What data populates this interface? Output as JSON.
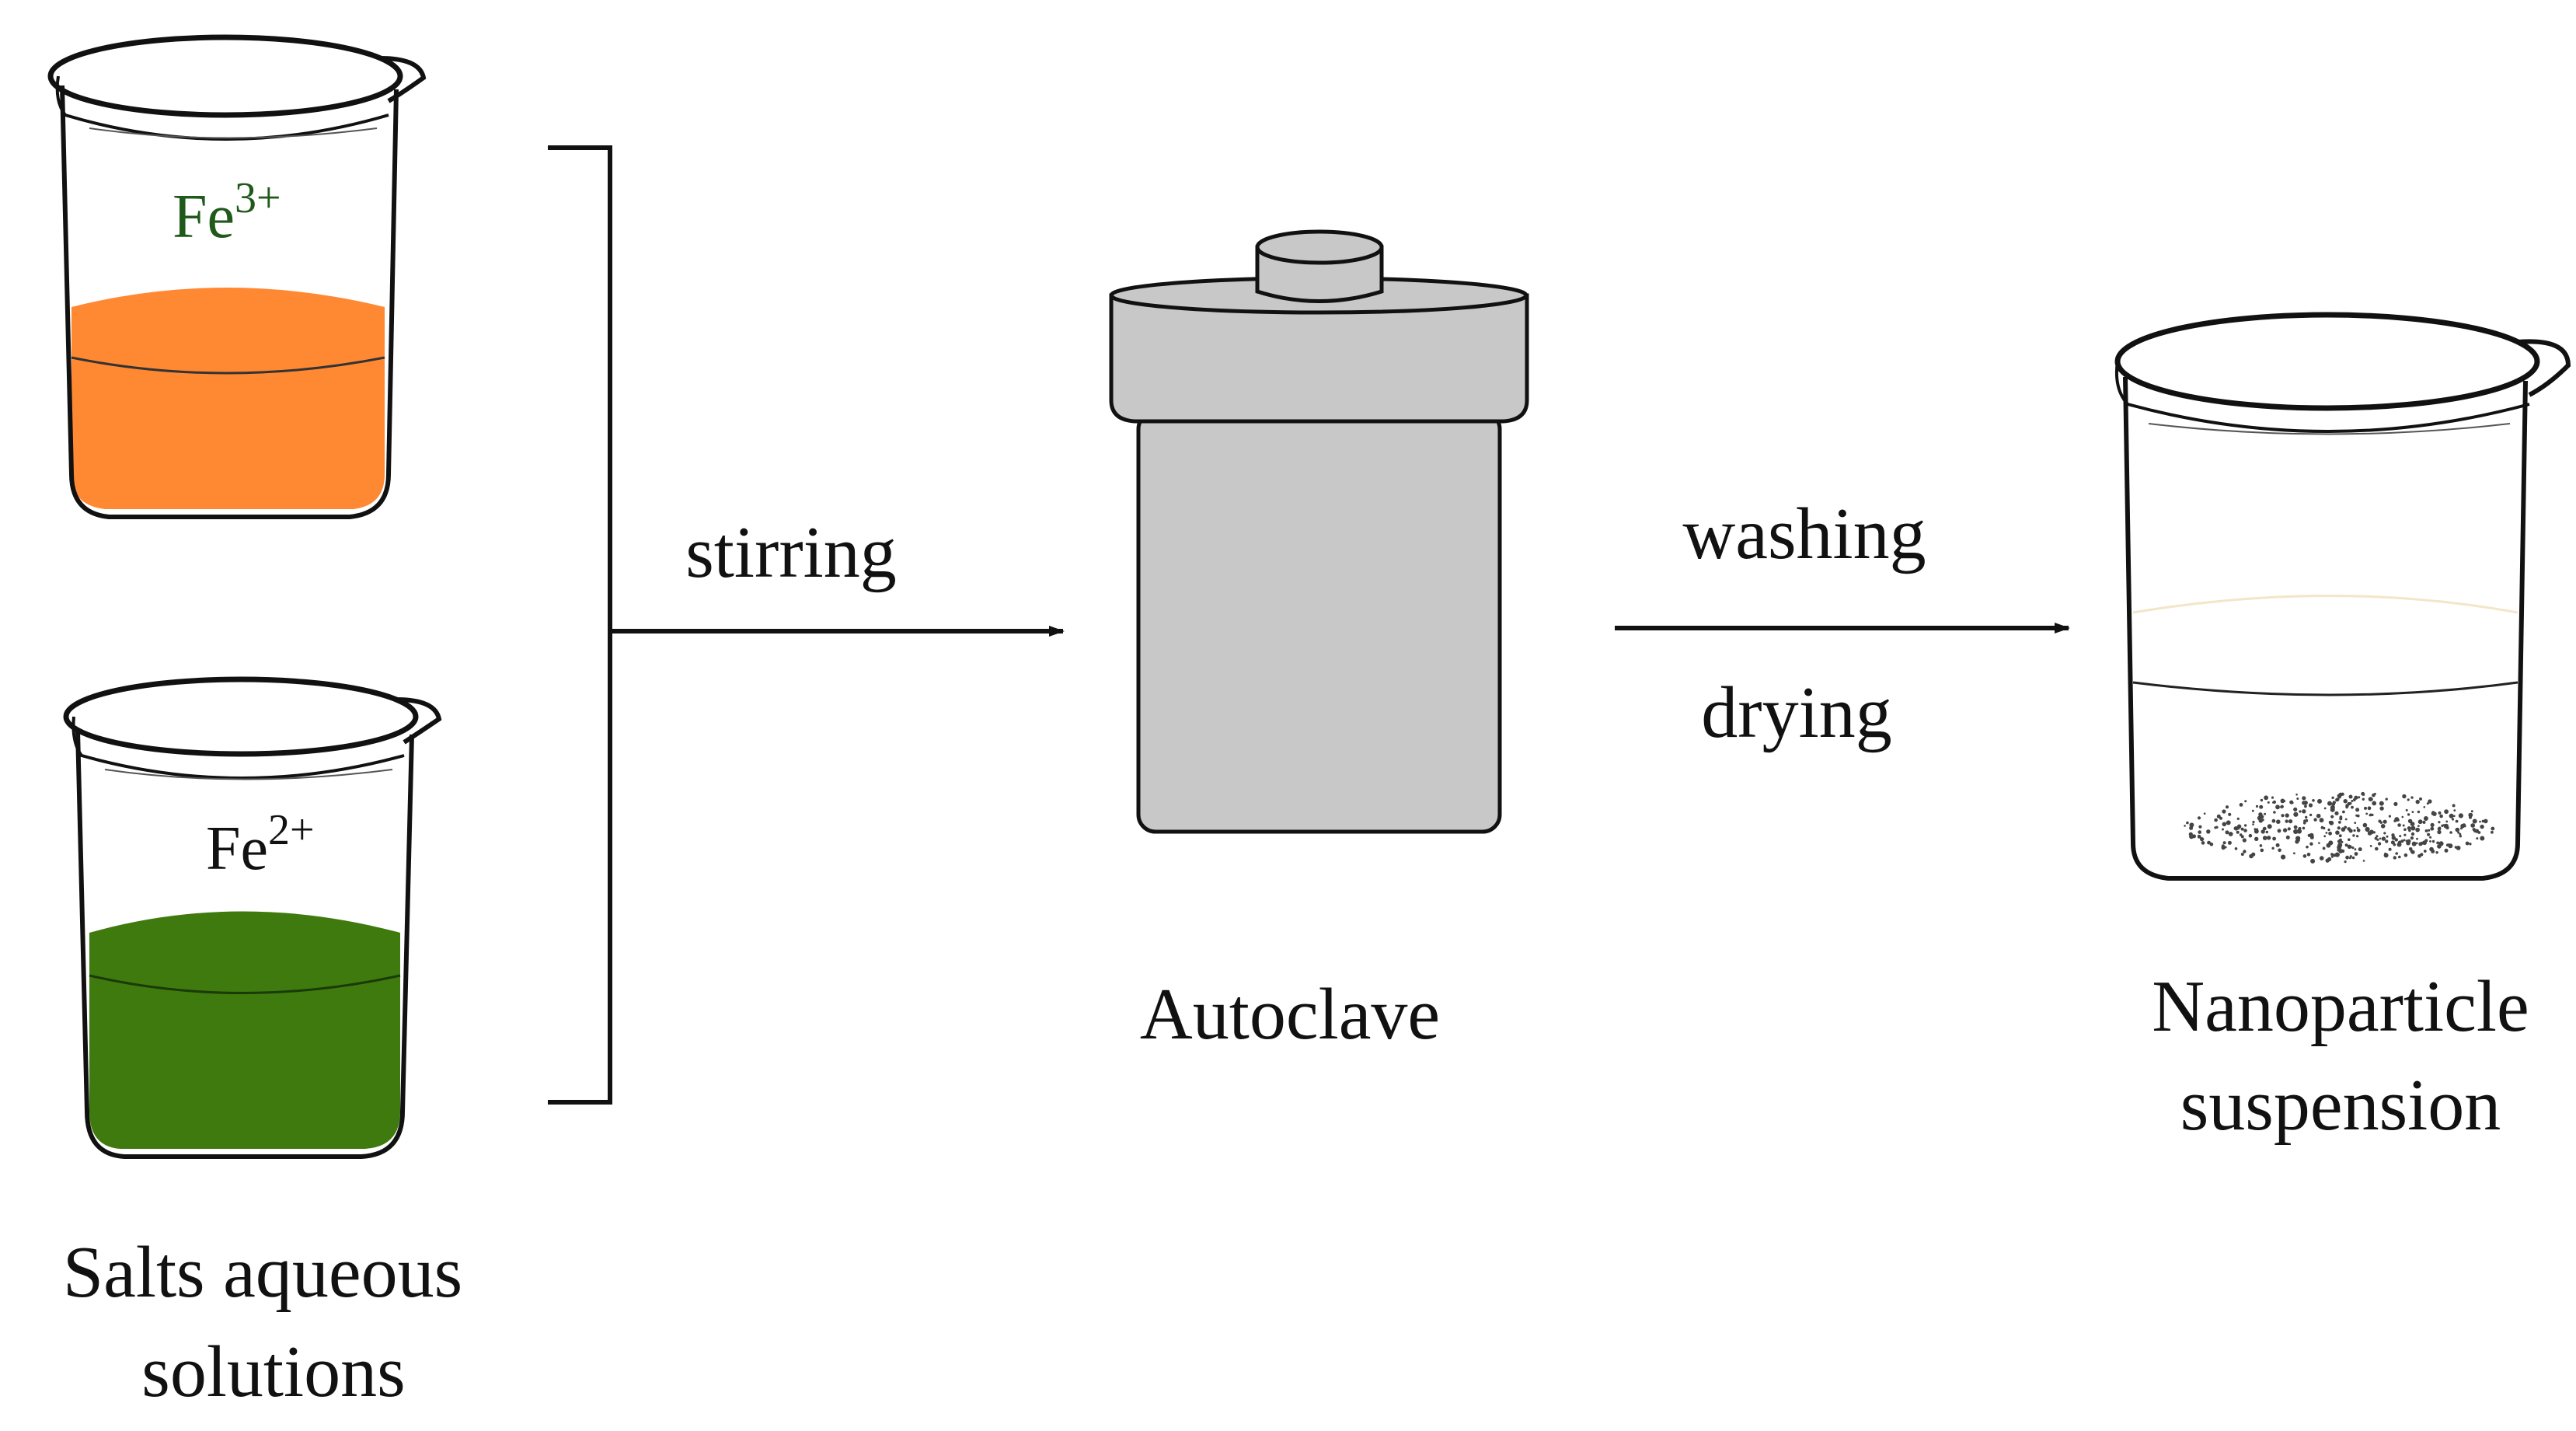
{
  "beakers": {
    "fe3": {
      "ion": "Fe",
      "charge": "3+"
    },
    "fe2": {
      "ion": "Fe",
      "charge": "2+"
    }
  },
  "labels": {
    "salts_line1": "Salts aqueous",
    "salts_line2": "solutions",
    "stirring": "stirring",
    "autoclave": "Autoclave",
    "washing": "washing",
    "drying": "drying",
    "product_line1": "Nanoparticle",
    "product_line2": "suspension"
  },
  "colors": {
    "fe3_solution": "#FF8833",
    "fe2_solution": "#3F7A0F",
    "fe3_label": "#1F5A1A",
    "autoclave_body": "#C8C8C8",
    "line": "#111111"
  }
}
